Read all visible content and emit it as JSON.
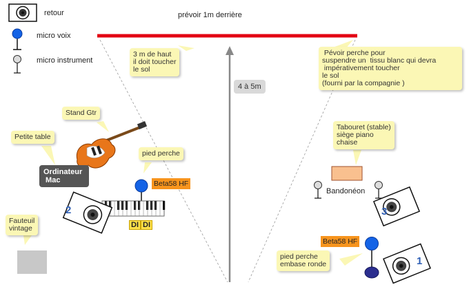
{
  "legend": {
    "retour": "retour",
    "micro_voix": "micro voix",
    "micro_instrument": "micro instrument"
  },
  "labels": {
    "prevoir": "prévoir 1m derrière",
    "quatre_a_cinq": "4 à 5m",
    "ordinateur": "Ordinateur\n Mac",
    "bandoneon": "Bandonéon",
    "beta58_left": "Beta58 HF",
    "beta58_right": "Beta58 HF",
    "di1": "DI",
    "di2": "DI",
    "monitor2": "2",
    "monitor3": "3",
    "monitor1": "1"
  },
  "notes": {
    "trois_m": "3 m de haut\nil doit toucher\nle sol",
    "pevoir_perche": " Pévoir perche pour\nsuspendre un  tissu blanc qui devra\n impérativement toucher\nle sol\n(fourni par la compagnie )",
    "stand_gtr": "Stand Gtr",
    "petite_table": "Petite table",
    "pied_perche": "pied perche",
    "tabouret": "Tabouret (stable)\nsiège piano\nchaise",
    "fauteuil": "Fauteuil\nvintage",
    "pied_perche_ronde": "pied perche\nembase ronde"
  },
  "colors": {
    "backdrop": "#e30613",
    "mic_blue": "#1463e6",
    "note_bg": "#fbf7b5",
    "orange": "#f7941d",
    "tabouret": "#f9c08f",
    "di_yellow": "#ffe14a"
  }
}
